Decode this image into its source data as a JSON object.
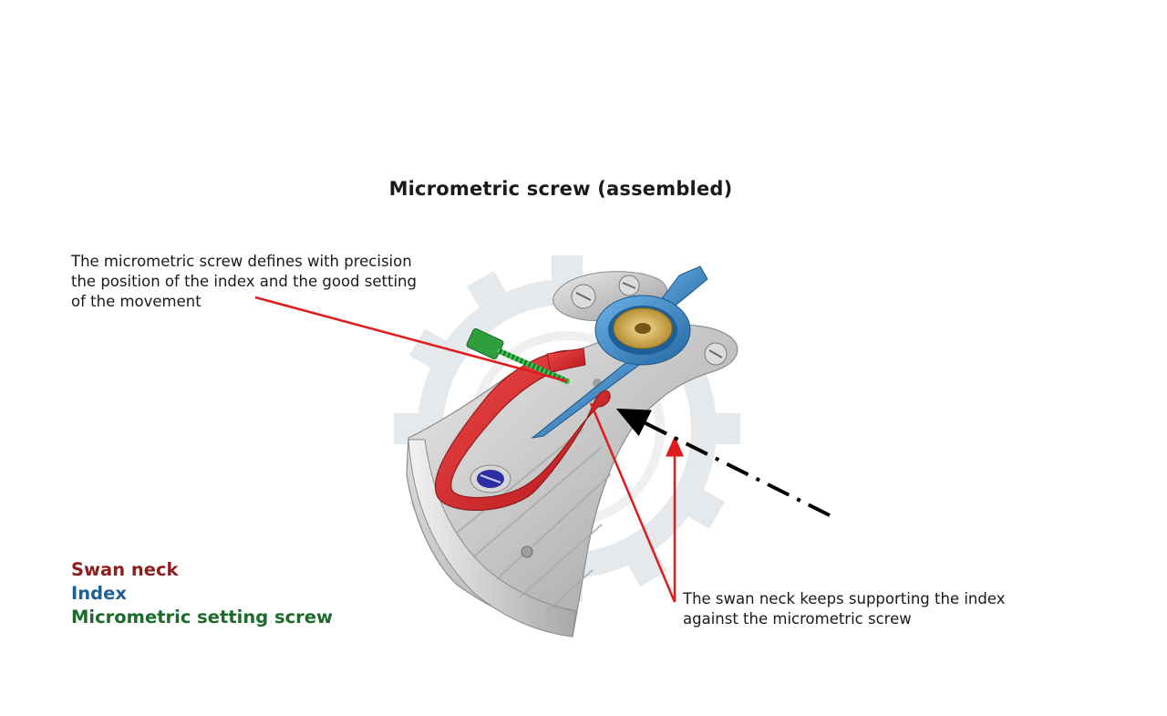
{
  "title": "Micrometric screw (assembled)",
  "annotations": {
    "top_left": [
      "The micrometric screw defines with precision",
      "the position of the index and the good setting",
      "of the movement"
    ],
    "bottom_right": [
      "The swan neck keeps supporting the index",
      "against the micrometric screw"
    ]
  },
  "legend": [
    {
      "label": "Swan neck",
      "color": "#8f1d1d"
    },
    {
      "label": "Index",
      "color": "#1f5f95"
    },
    {
      "label": "Micrometric setting screw",
      "color": "#1d6b2a"
    }
  ],
  "colors": {
    "swan_neck": "#d8232a",
    "index": "#3f86c4",
    "micrometric_screw": "#2f9e3c",
    "bridge": "#c9c9c9",
    "pointer": "#e11b1b",
    "stud": "#d9b55c",
    "watermark": "#e4e7ea"
  }
}
